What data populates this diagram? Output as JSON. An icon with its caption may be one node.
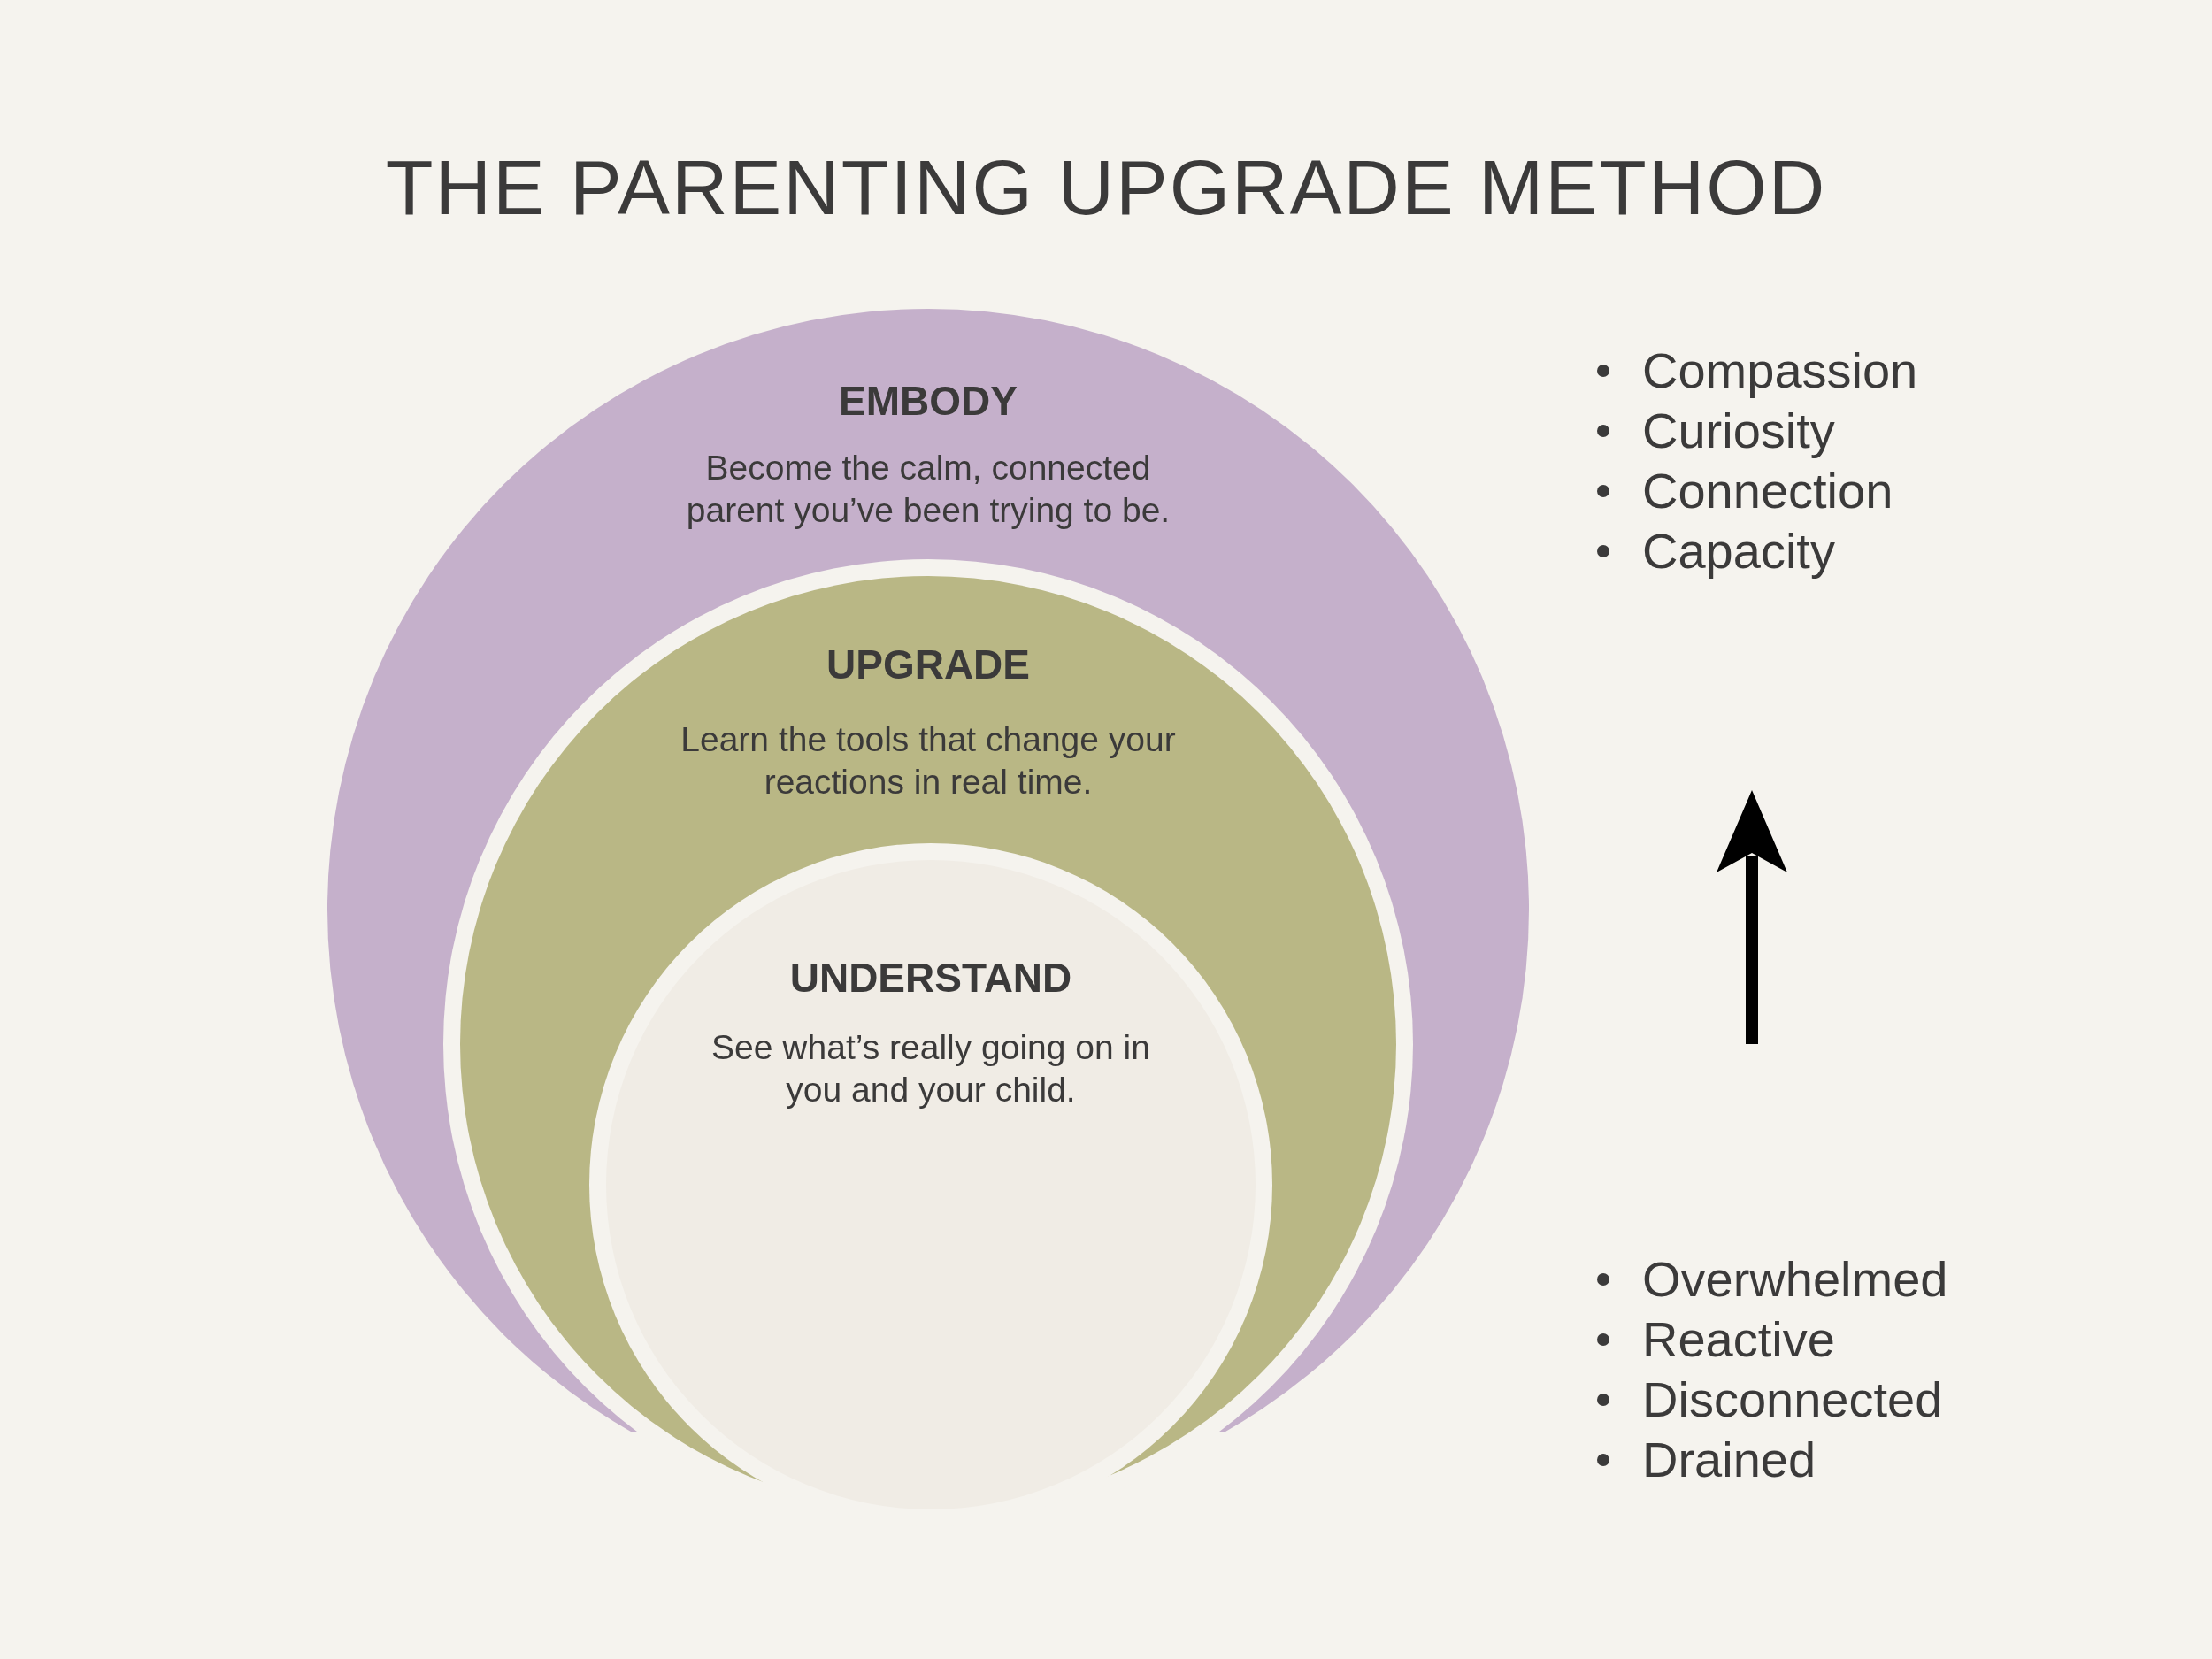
{
  "diagram": {
    "title": "THE PARENTING UPGRADE METHOD",
    "nodes": [
      {
        "text": [
          "EMBODY",
          "Become the calm, connected parent you’ve been trying to be."
        ]
      },
      {
        "text": [
          "UPGRADE",
          "Learn the tools that change your reactions in real time."
        ],
        "in": 0
      },
      {
        "text": [
          "UNDERSTAND",
          "See what’s really going on in you and your child."
        ],
        "in": 1
      }
    ],
    "labels": [
      "Compassion",
      "Curiosity",
      "Connection",
      "Capacity",
      "Overwhelmed",
      "Reactive",
      "Disconnected",
      "Drained"
    ]
  }
}
